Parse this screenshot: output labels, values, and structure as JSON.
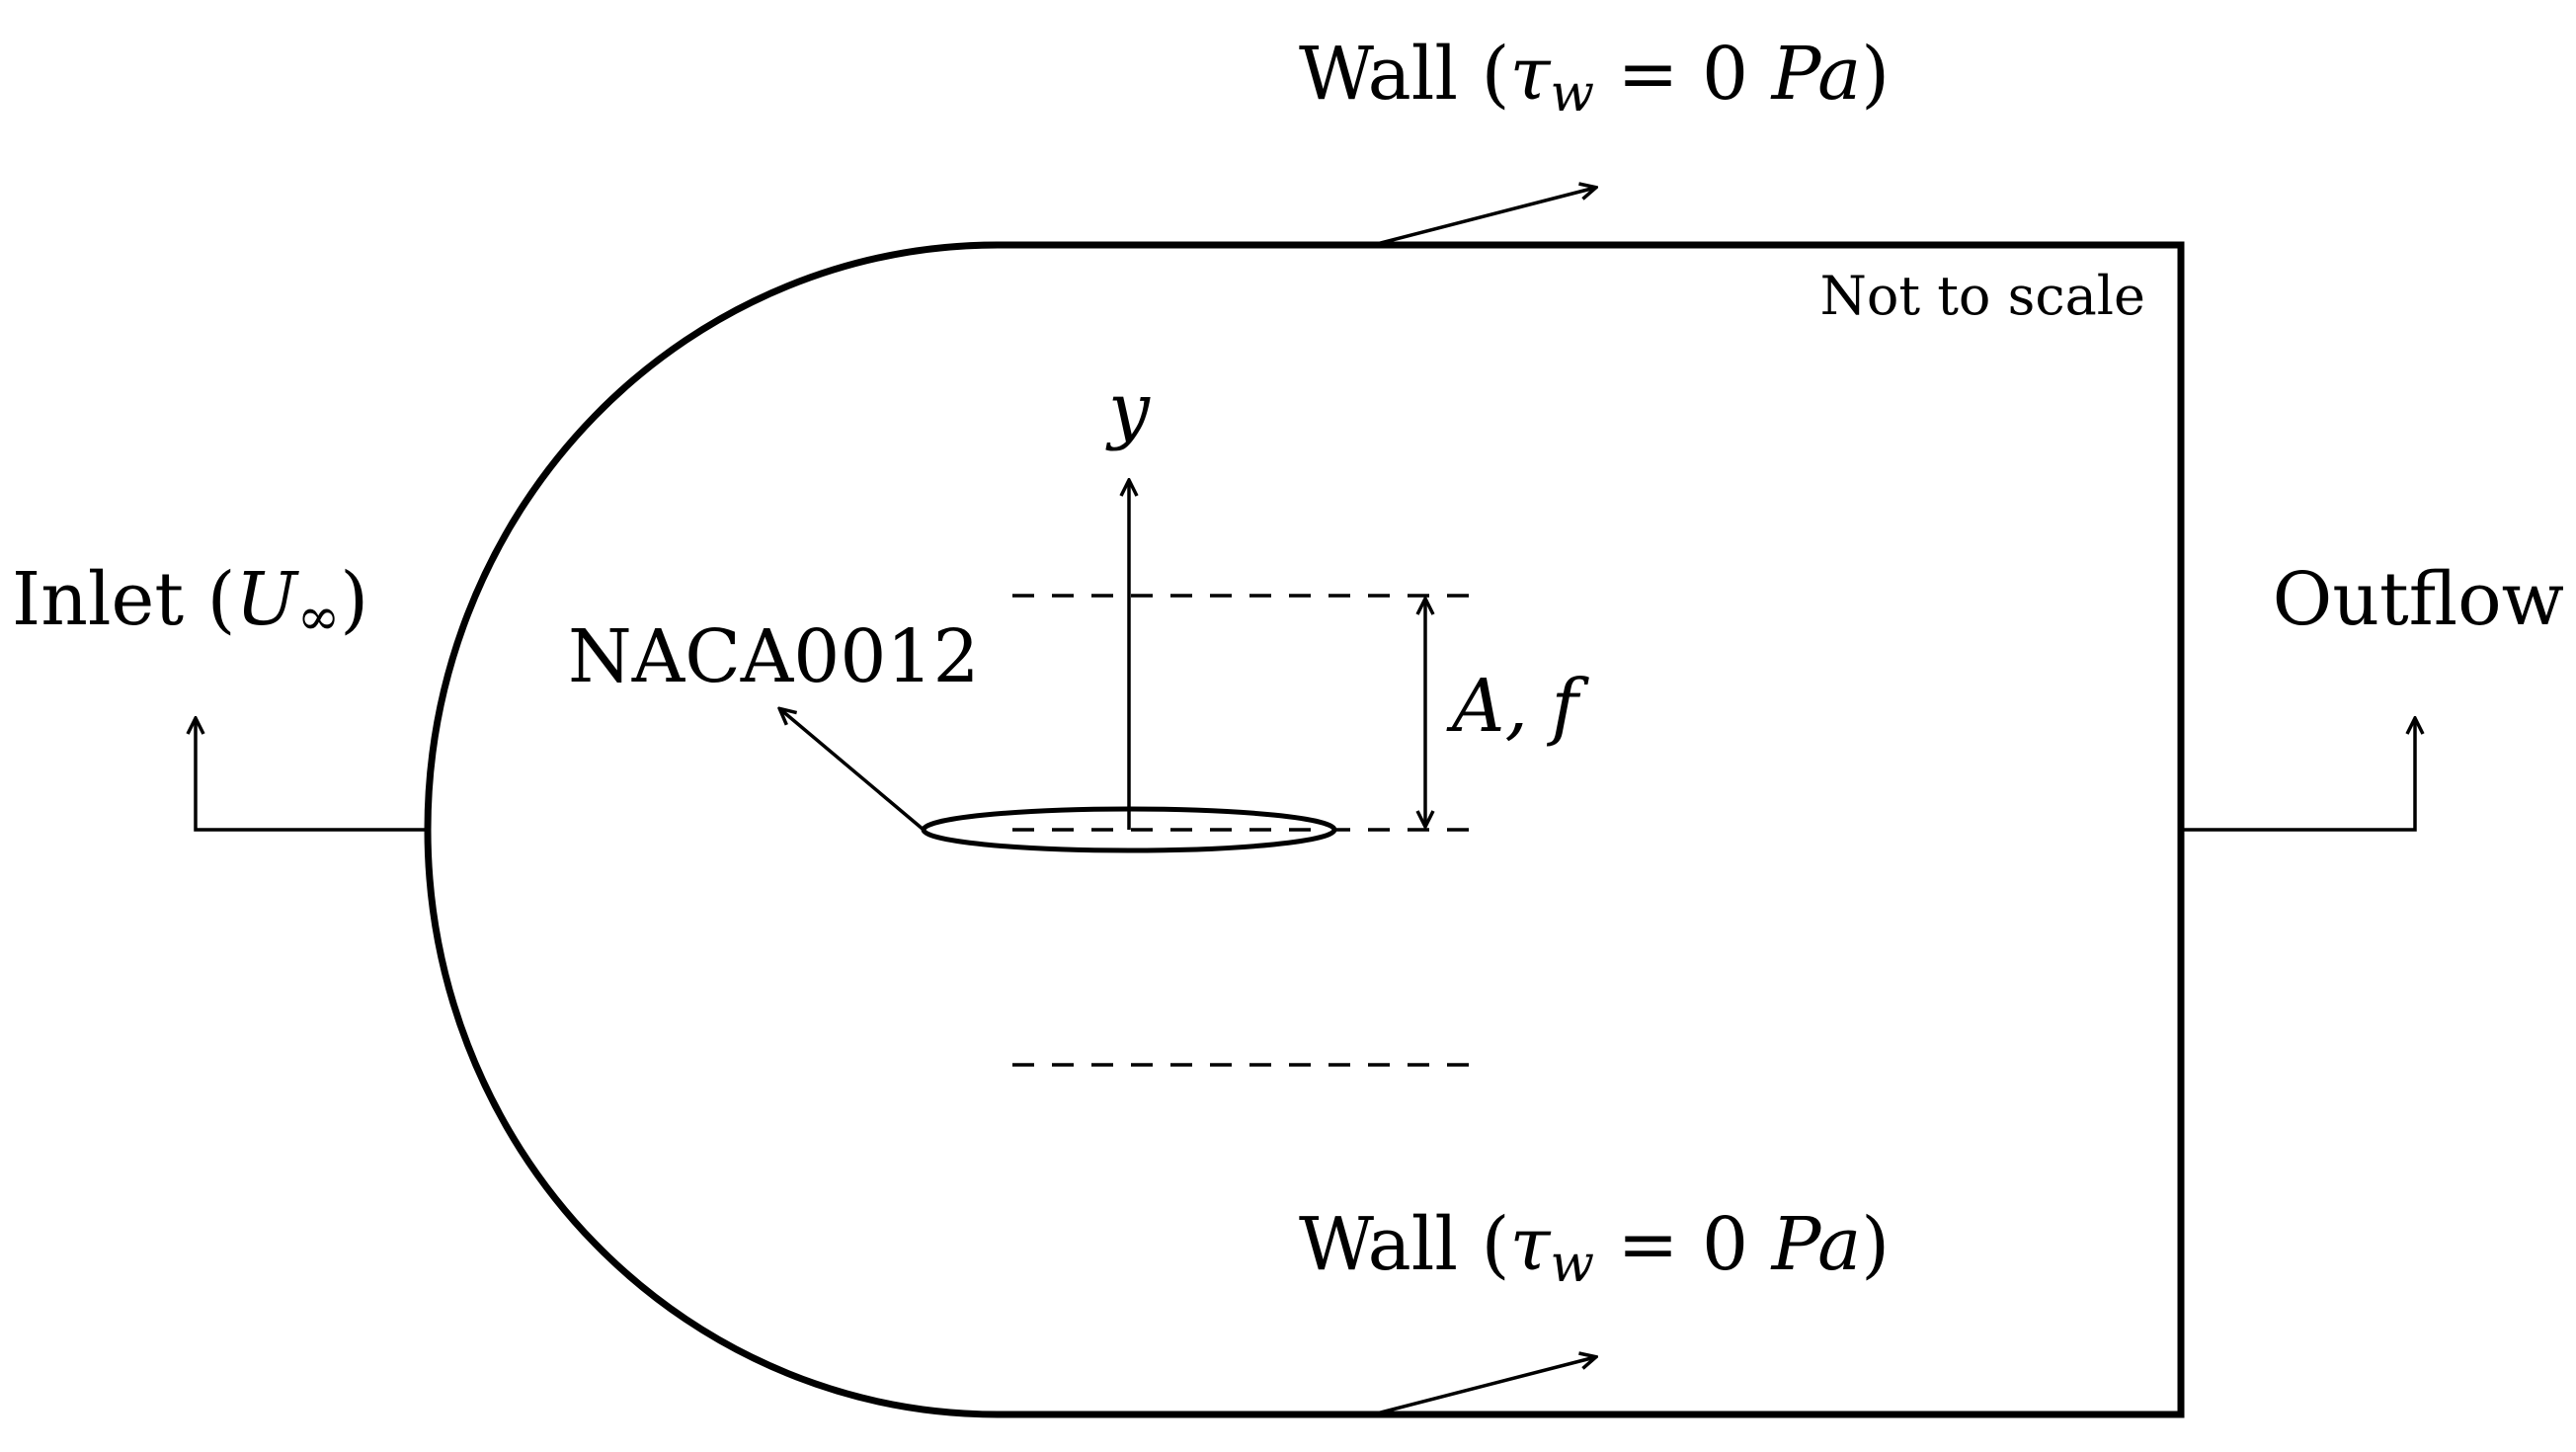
{
  "labels": {
    "wall_top": {
      "prefix": "Wall (",
      "tau": "τ",
      "subscript": "w",
      "equals": " = 0 ",
      "unit": "Pa",
      "suffix": ")"
    },
    "wall_bottom": {
      "prefix": "Wall (",
      "tau": "τ",
      "subscript": "w",
      "equals": " = 0 ",
      "unit": "Pa",
      "suffix": ")"
    },
    "not_to_scale": "Not to scale",
    "y_axis": "y",
    "inlet": {
      "prefix": "Inlet (",
      "symbol": "U",
      "subscript": "∞",
      "suffix": ")"
    },
    "outflow": "Outflow",
    "airfoil": "NACA0012",
    "amplitude_frequency": "A, f"
  },
  "colors": {
    "stroke": "#000000",
    "airfoil_fill": "#ffffff",
    "background": "#ffffff"
  }
}
